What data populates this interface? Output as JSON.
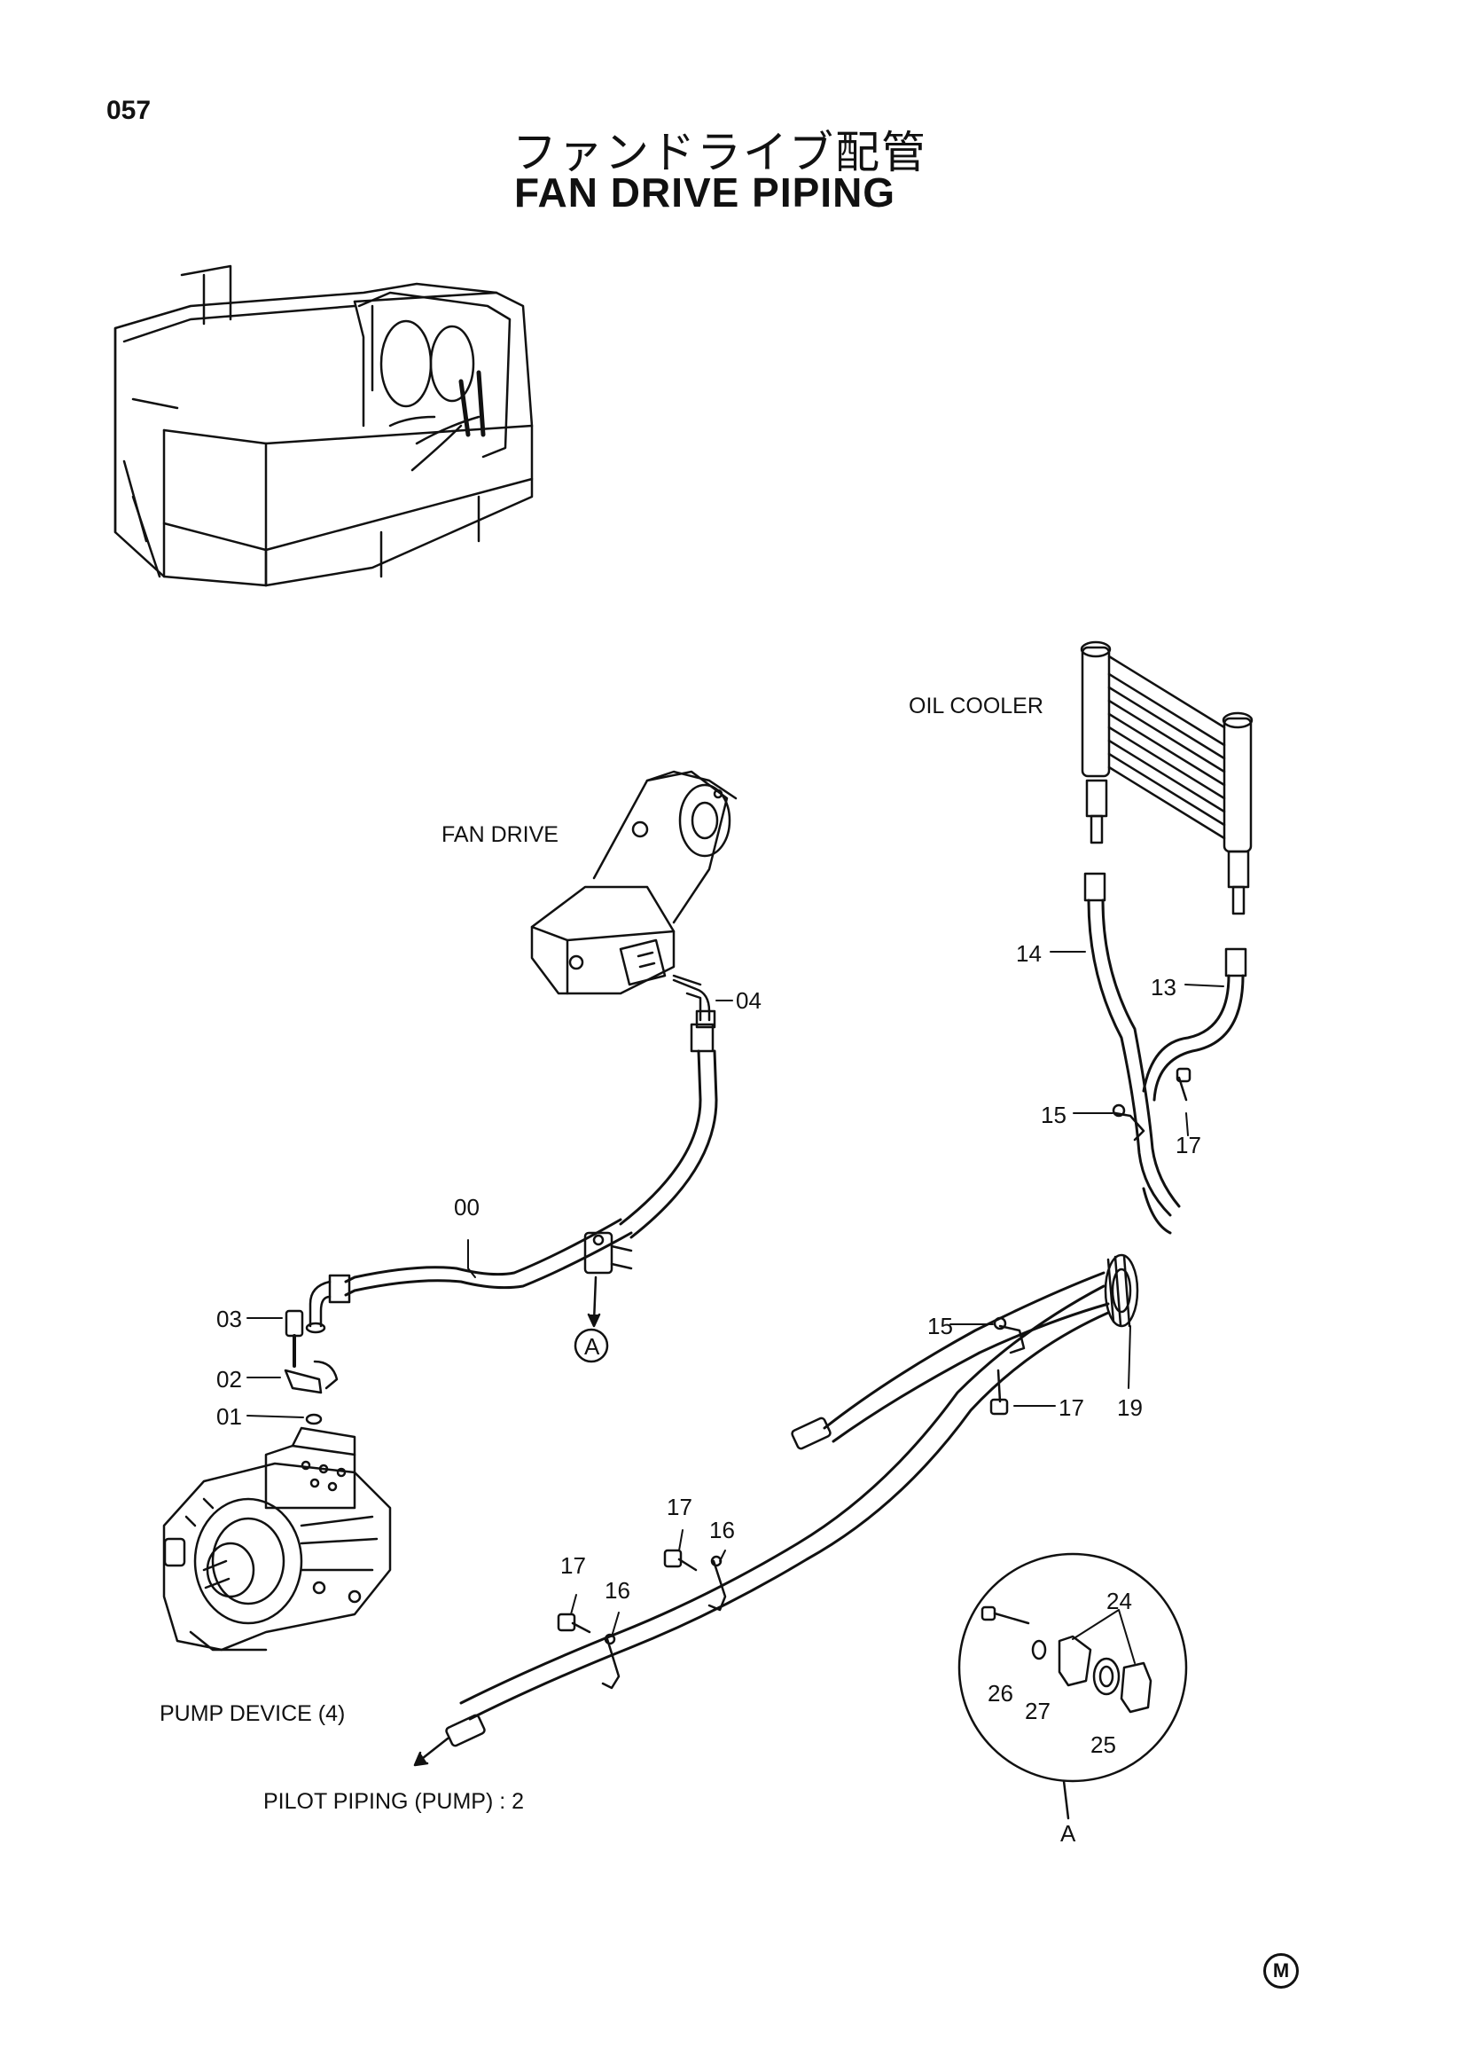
{
  "page_number": "057",
  "title_jp": "ファンドライブ配管",
  "title_en": "FAN DRIVE PIPING",
  "components": {
    "oil_cooler": "OIL COOLER",
    "fan_drive": "FAN DRIVE",
    "pump_device": "PUMP DEVICE (4)",
    "pilot_piping": "PILOT PIPING (PUMP) : 2",
    "detail_ref": "A",
    "detail_caption": "A"
  },
  "part_numbers": {
    "p00": "00",
    "p01": "01",
    "p02": "02",
    "p03": "03",
    "p04": "04",
    "p13": "13",
    "p14": "14",
    "p15a": "15",
    "p15b": "15",
    "p16a": "16",
    "p16b": "16",
    "p17a": "17",
    "p17b": "17",
    "p17c": "17",
    "p17d": "17",
    "p19": "19",
    "p24": "24",
    "p25": "25",
    "p26": "26",
    "p27": "27"
  },
  "corner_mark": "M"
}
